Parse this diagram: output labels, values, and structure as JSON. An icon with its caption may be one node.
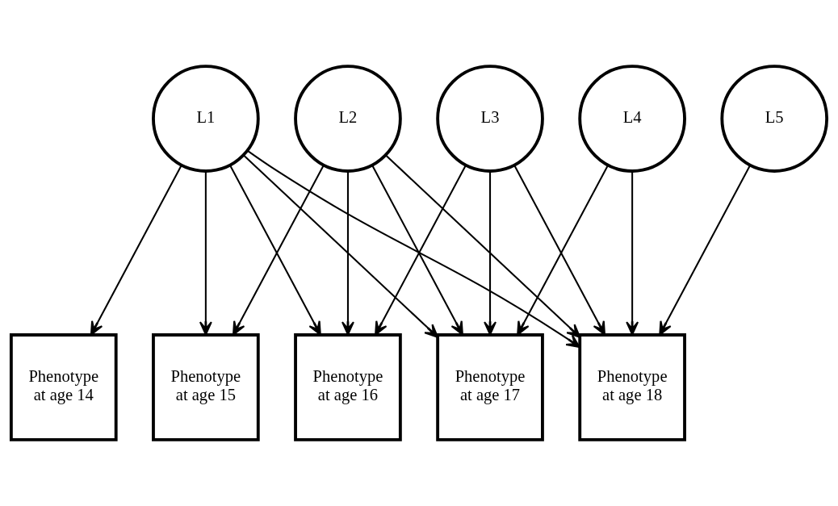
{
  "diagram": {
    "nodes": [
      {
        "text": [
          "L1"
        ]
      },
      {
        "text": [
          "L2"
        ]
      },
      {
        "text": [
          "L3"
        ]
      },
      {
        "text": [
          "L4"
        ]
      },
      {
        "text": [
          "L5"
        ]
      },
      {
        "text": [
          "Phenotype at age 14"
        ]
      },
      {
        "text": [
          "Phenotype at age 15"
        ]
      },
      {
        "text": [
          "Phenotype at age 16"
        ]
      },
      {
        "text": [
          "Phenotype at age 17"
        ]
      },
      {
        "text": [
          "Phenotype at age 18"
        ]
      }
    ],
    "edges": [
      {
        "from": 0,
        "to": 5,
        "arrow": "to"
      },
      {
        "from": 0,
        "to": 6,
        "arrow": "to"
      },
      {
        "from": 0,
        "to": 7,
        "arrow": "to"
      },
      {
        "from": 0,
        "to": 8,
        "arrow": "to"
      },
      {
        "from": 0,
        "to": 9,
        "arrow": "to"
      },
      {
        "from": 1,
        "to": 6,
        "arrow": "to"
      },
      {
        "from": 1,
        "to": 7,
        "arrow": "to"
      },
      {
        "from": 1,
        "to": 8,
        "arrow": "to"
      },
      {
        "from": 1,
        "to": 9,
        "arrow": "to"
      },
      {
        "from": 2,
        "to": 7,
        "arrow": "to"
      },
      {
        "from": 2,
        "to": 8,
        "arrow": "to"
      },
      {
        "from": 2,
        "to": 9,
        "arrow": "to"
      },
      {
        "from": 3,
        "to": 8,
        "arrow": "to"
      },
      {
        "from": 3,
        "to": 9,
        "arrow": "to"
      },
      {
        "from": 4,
        "to": 9,
        "arrow": "to"
      }
    ]
  }
}
